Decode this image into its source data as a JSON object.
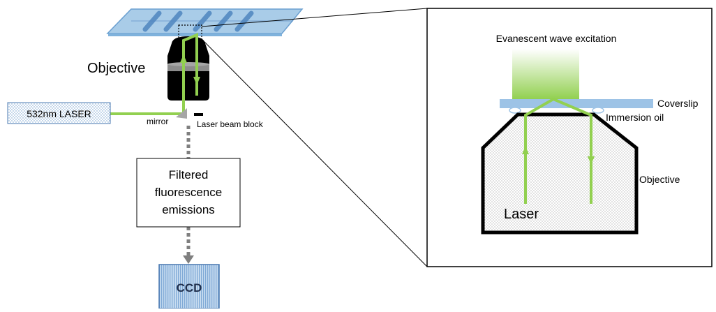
{
  "labels": {
    "objective_left": "Objective",
    "laser_source": "532nm LASER",
    "mirror": "mirror",
    "beam_block": "Laser beam block",
    "filter_box": [
      "Filtered",
      "fluorescence",
      "emissions"
    ],
    "detector": "CCD"
  },
  "inset": {
    "evanescent": "Evanescent wave excitation",
    "coverslip": "Coverslip",
    "immersion_oil": "Immersion oil",
    "objective": "Objective",
    "laser": "Laser"
  },
  "colors": {
    "laser_green": "#92d050",
    "coverslip_blue": "#9dc3e6",
    "slide_blue": "#a9cce8",
    "beam_path_gray": "#7f7f7f",
    "objective_black": "#000000",
    "ccd_fill": "#9dc3e6",
    "laser_box_fill": "#d6e4f2"
  }
}
